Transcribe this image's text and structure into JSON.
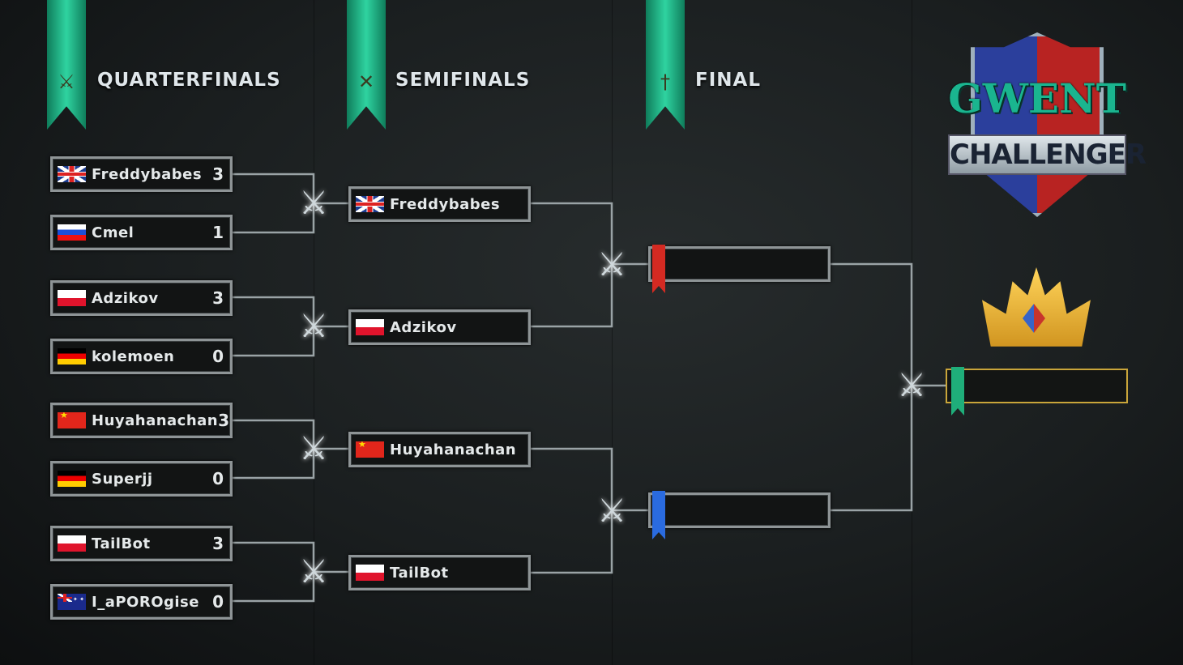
{
  "rounds": [
    {
      "title": "QUARTERFINALS",
      "icon": "catapult-icon"
    },
    {
      "title": "SEMIFINALS",
      "icon": "crossbow-icon"
    },
    {
      "title": "FINAL",
      "icon": "sword-icon"
    }
  ],
  "quarterfinals": [
    {
      "name": "Freddybabes",
      "score": "3",
      "flag": "gb"
    },
    {
      "name": "Cmel",
      "score": "1",
      "flag": "ru"
    },
    {
      "name": "Adzikov",
      "score": "3",
      "flag": "pl"
    },
    {
      "name": "kolemoen",
      "score": "0",
      "flag": "de"
    },
    {
      "name": "Huyahanachan",
      "score": "3",
      "flag": "cn"
    },
    {
      "name": "Superjj",
      "score": "0",
      "flag": "de"
    },
    {
      "name": "TailBot",
      "score": "3",
      "flag": "pl"
    },
    {
      "name": "I_aPOROgise",
      "score": "0",
      "flag": "au"
    }
  ],
  "semifinals": [
    {
      "name": "Freddybabes",
      "flag": "gb"
    },
    {
      "name": "Adzikov",
      "flag": "pl"
    },
    {
      "name": "Huyahanachan",
      "flag": "cn"
    },
    {
      "name": "TailBot",
      "flag": "pl"
    }
  ],
  "final": [
    {
      "name": "",
      "ribbon": "#d42a22"
    },
    {
      "name": "",
      "ribbon": "#2a6be0"
    }
  ],
  "champion": {
    "name": "",
    "ribbon": "#1fae7a"
  },
  "logo": {
    "line1": "GWENT",
    "line2": "CHALLENGER"
  }
}
